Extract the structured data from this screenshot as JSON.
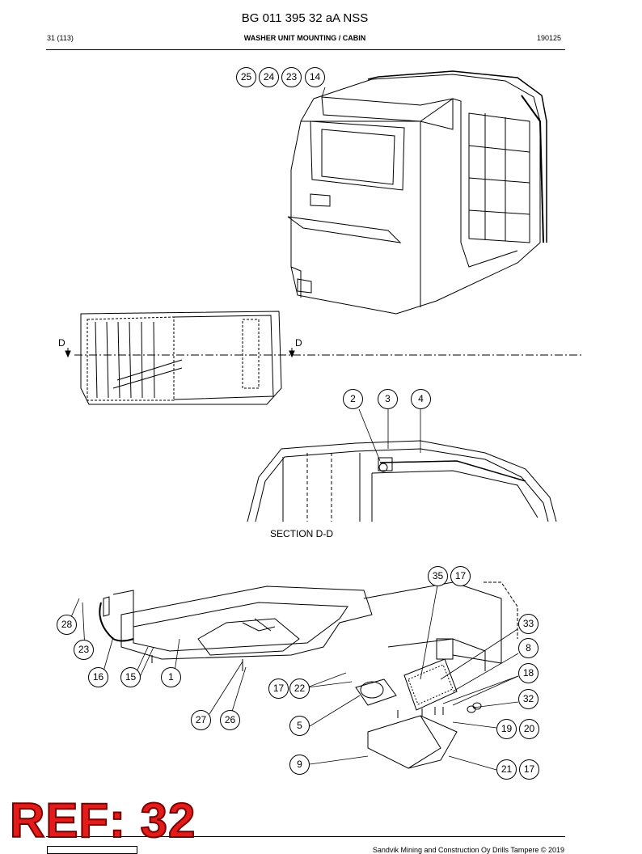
{
  "header": {
    "doc_title": "BG 011 395 32 aA NSS",
    "page": "31 (113)",
    "section": "WASHER UNIT MOUNTING / CABIN",
    "date_code": "190125"
  },
  "section_label": "SECTION D-D",
  "section_letters": [
    "D",
    "D"
  ],
  "callouts": {
    "top": [
      "25",
      "24",
      "23",
      "14"
    ],
    "middle": [
      "2",
      "3",
      "4"
    ],
    "bottom": [
      "35",
      "17",
      "28",
      "23",
      "33",
      "8",
      "16",
      "15",
      "1",
      "18",
      "17",
      "22",
      "32",
      "27",
      "26",
      "5",
      "19",
      "20",
      "9",
      "21",
      "17"
    ]
  },
  "ref_badge": "REF: 32",
  "footer": {
    "copyright": "Sandvik Mining and Construction Oy Drills Tampere © 2019"
  }
}
